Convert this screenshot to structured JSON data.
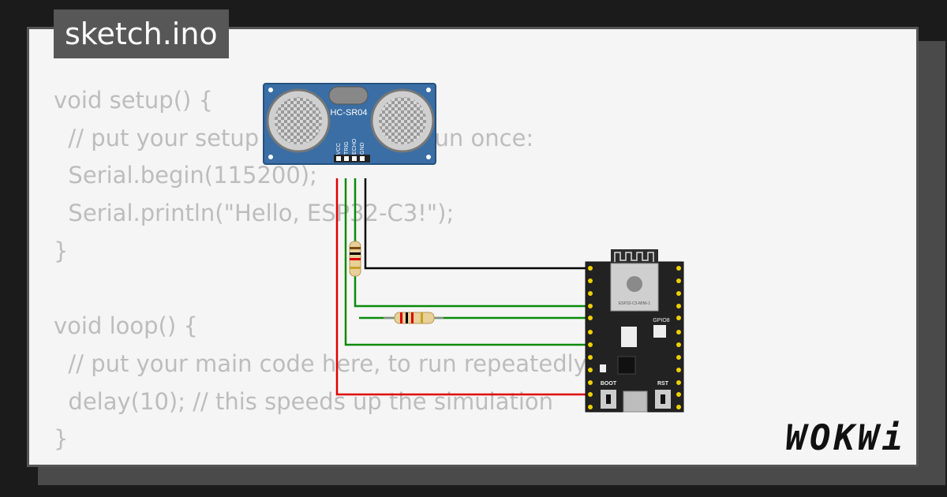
{
  "tab": {
    "filename": "sketch.ino"
  },
  "code_lines": [
    "void setup() {",
    "  // put your setup code here, to run once:",
    "  Serial.begin(115200);",
    "  Serial.println(\"Hello, ESP32-C3!\");",
    "}",
    "",
    "void loop() {",
    "  // put your main code here, to run repeatedly:",
    "  delay(10); // this speeds up the simulation",
    "}"
  ],
  "sensor": {
    "label": "HC-SR04",
    "pins": [
      "VCC",
      "TRIG",
      "ECHO",
      "GND"
    ]
  },
  "board": {
    "module_label": "ESP32-C3-MINI-1",
    "led_label": "GPIO8",
    "boot_label": "BOOT",
    "reset_label": "RST"
  },
  "brand": {
    "logo": "WOKWi"
  },
  "colors": {
    "wire_power": "#e00000",
    "wire_signal": "#0a8a0a",
    "wire_ground": "#000000",
    "sensor_board": "#3a6ea5",
    "esp_board": "#222222"
  }
}
